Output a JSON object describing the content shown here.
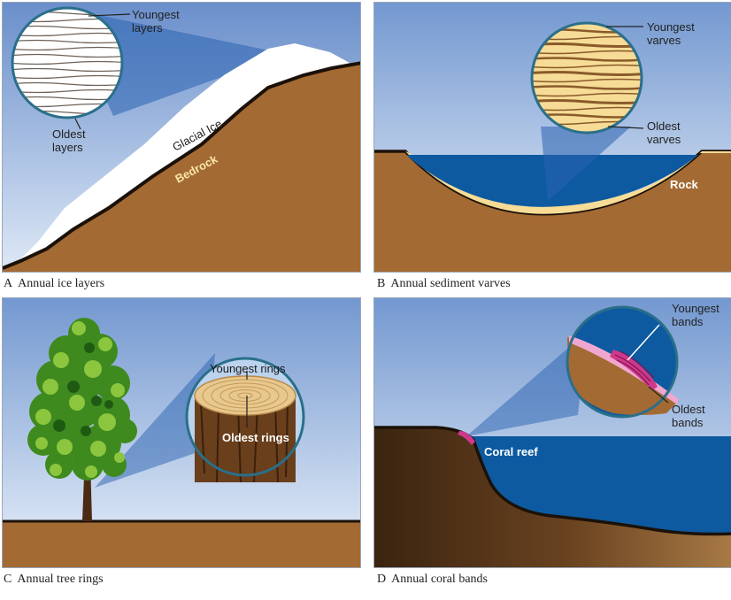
{
  "panel_a": {
    "letter": "A",
    "caption": "Annual ice layers",
    "label_youngest": [
      "Youngest",
      "layers"
    ],
    "label_oldest": [
      "Oldest",
      "layers"
    ],
    "label_ice": "Glacial Ice",
    "label_bedrock": "Bedrock"
  },
  "panel_b": {
    "letter": "B",
    "caption": "Annual sediment varves",
    "label_youngest": [
      "Youngest",
      "varves"
    ],
    "label_oldest": [
      "Oldest",
      "varves"
    ],
    "label_rock": "Rock"
  },
  "panel_c": {
    "letter": "C",
    "caption": "Annual tree rings",
    "label_youngest": "Youngest rings",
    "label_oldest": "Oldest rings"
  },
  "panel_d": {
    "letter": "D",
    "caption": "Annual coral bands",
    "label_youngest": [
      "Youngest",
      "bands"
    ],
    "label_oldest": [
      "Oldest",
      "bands"
    ],
    "label_reef": "Coral reef"
  },
  "colors": {
    "sky_top": "#6f93cc",
    "sky_bottom": "#e6eef8",
    "earth": "#a46a33",
    "earth_dark": "#5a3514",
    "water": "#0d5aa0",
    "ice": "#ffffff",
    "sediment": "#f6dc96",
    "coral": "#d1378a",
    "callout": "#2a62b0"
  }
}
